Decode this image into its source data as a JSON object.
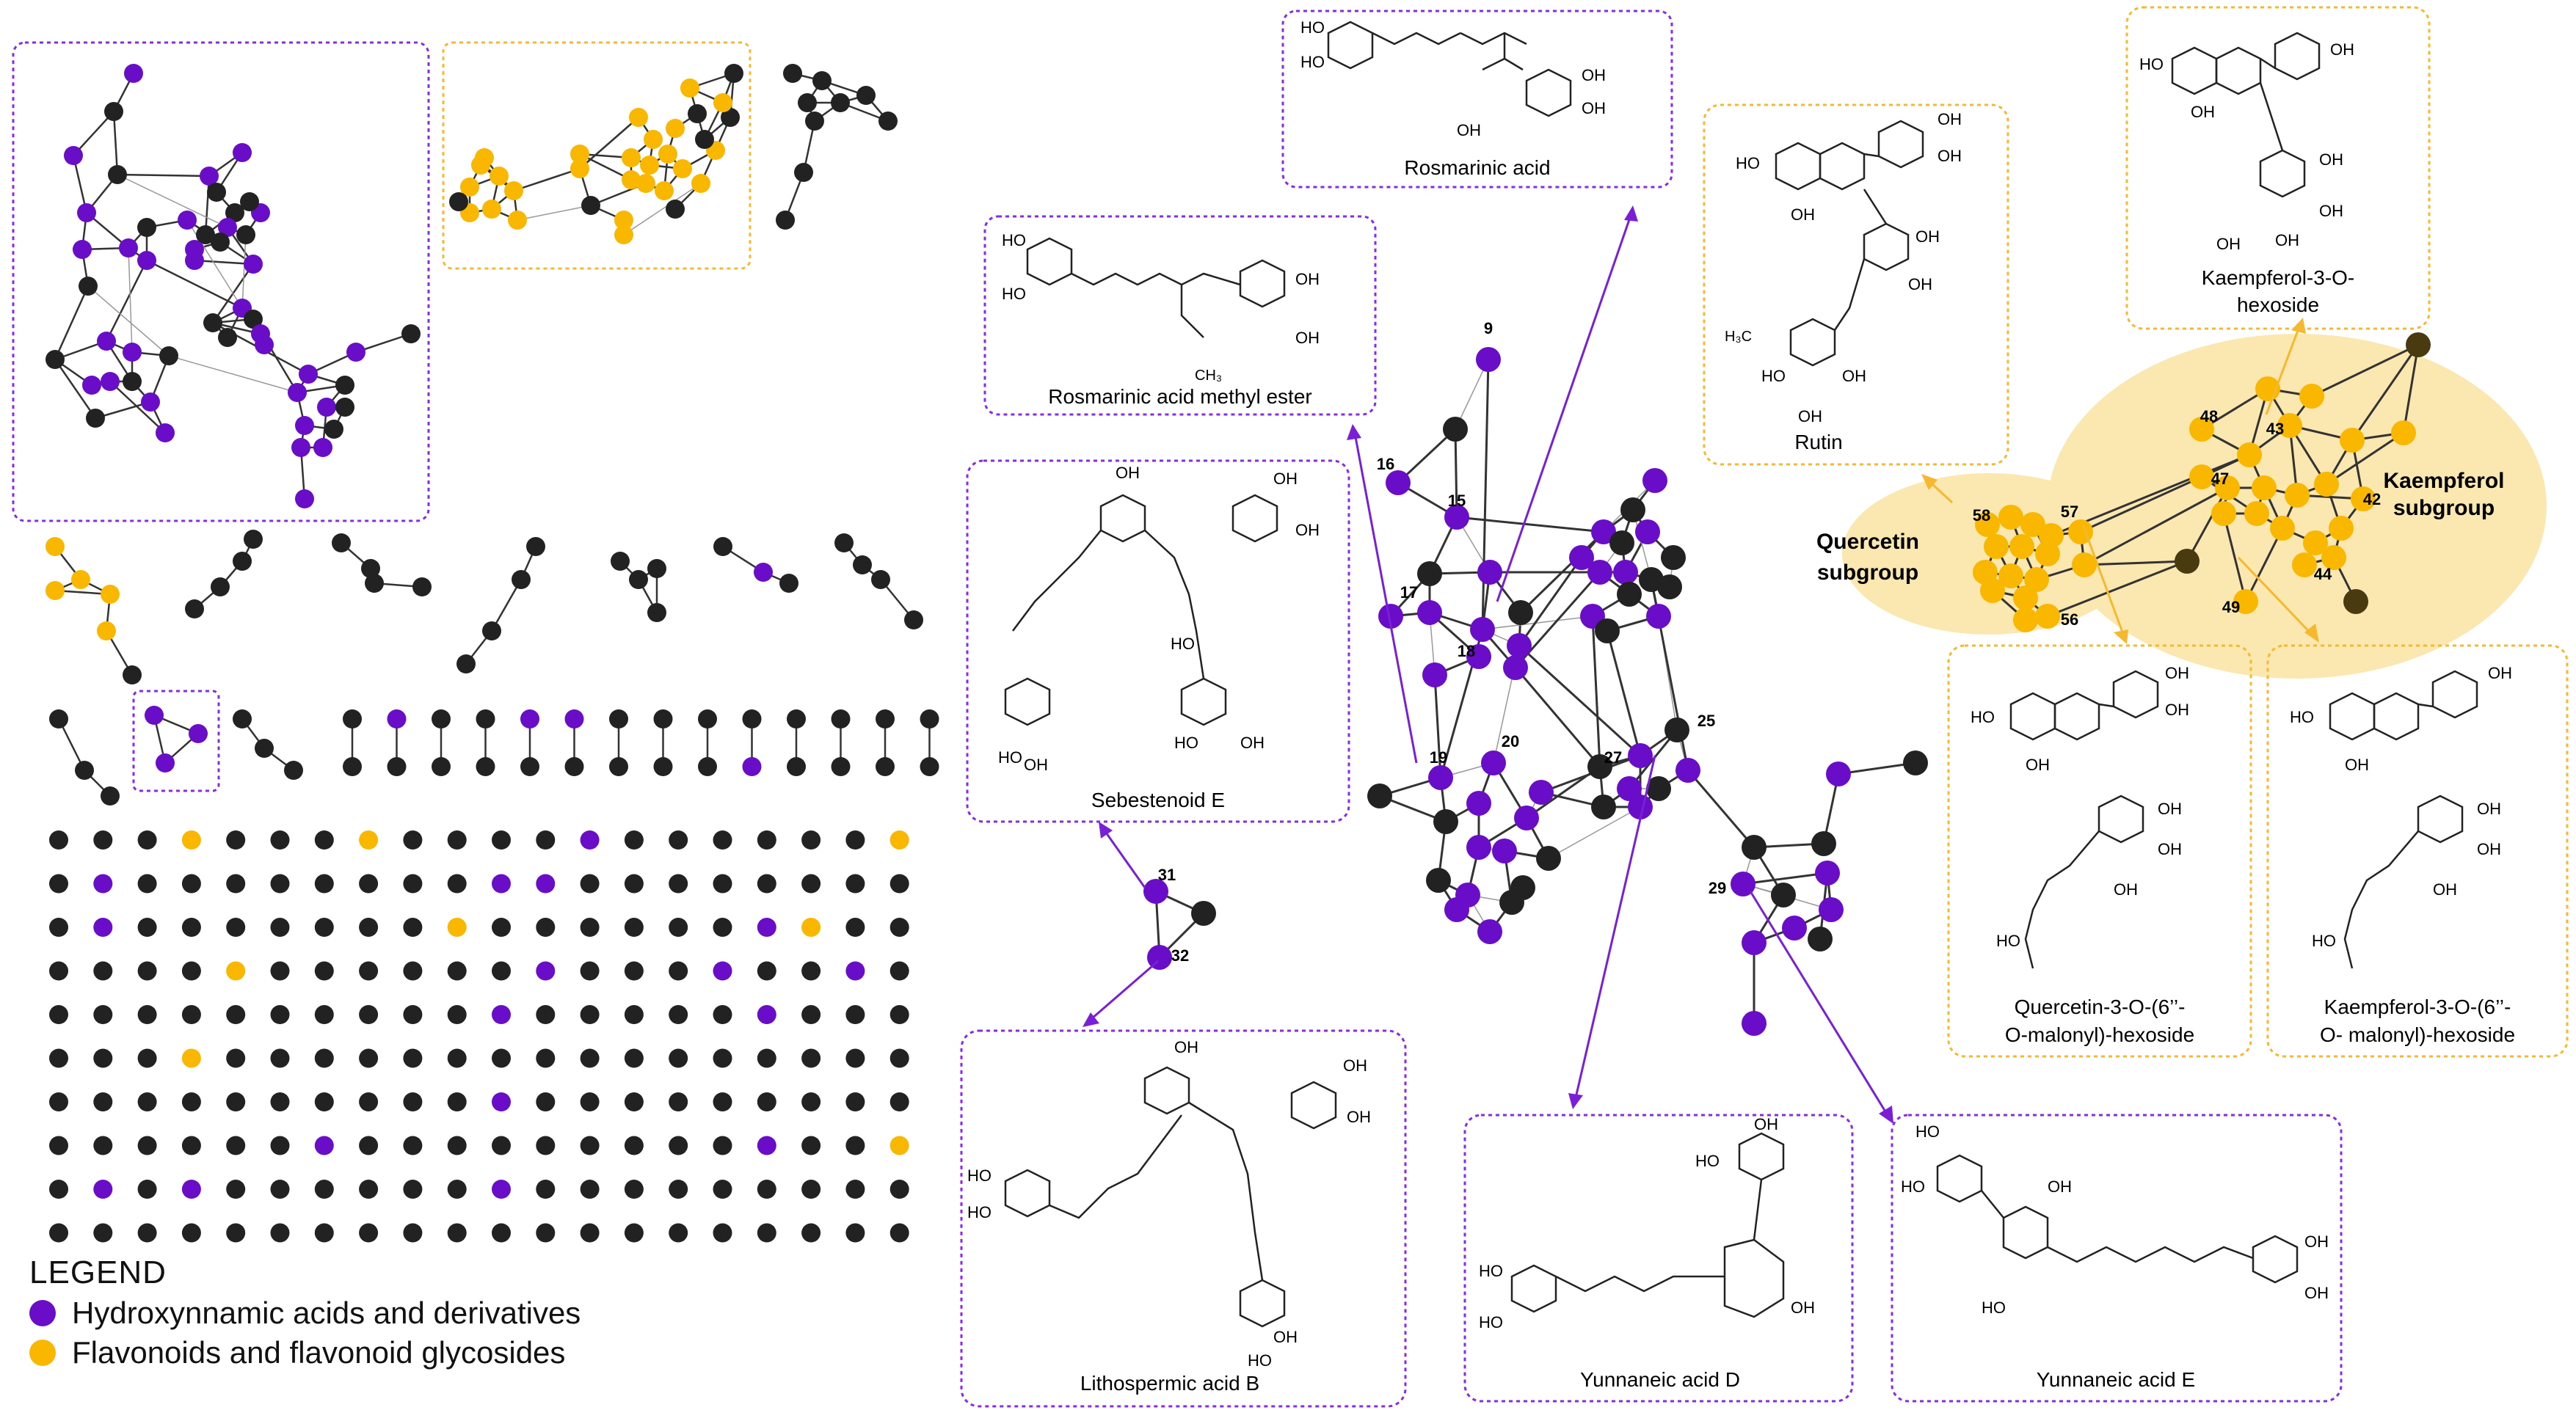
{
  "legend": {
    "title": "LEGEND",
    "items": [
      {
        "label": "Hydroxynnamic acids and derivatives",
        "color": "#6A0DC8"
      },
      {
        "label": "Flavonoids and flavonoid glycosides",
        "color": "#F9B700"
      }
    ]
  },
  "colors": {
    "hydroxycinnamic": "#6A0DC8",
    "flavonoid": "#F9B700",
    "other": "#222222",
    "kaempferol_core": "#4A3A10",
    "subgroup_fill": "#FBE7B0",
    "purple_box": "#8A2BE2",
    "orange_box": "#F5B82E"
  },
  "structures": {
    "rosmarinic_acid": "Rosmarinic acid",
    "rosmarinic_methyl": "Rosmarinic acid methyl ester",
    "sebestenoid_e": "Sebestenoid E",
    "lithospermic_b": "Lithospermic acid B",
    "yunnaneic_d": "Yunnaneic acid D",
    "yunnaneic_e": "Yunnaneic acid E",
    "rutin": "Rutin",
    "kaempferol_hexoside": "Kaempferol-3-O-hexoside",
    "quercetin_malonyl": "Quercetin-3-O-(6’’-O-malonyl)-hexoside",
    "kaempferol_malonyl": "Kaempferol-3-O-(6’’-O- malonyl)-hexoside"
  },
  "subgroups": {
    "quercetin": "Quercetin subgroup",
    "kaempferol": "Kaempferol subgroup"
  },
  "node_labels": [
    "9",
    "15",
    "16",
    "17",
    "18",
    "19",
    "20",
    "25",
    "27",
    "29",
    "31",
    "32",
    "42",
    "43",
    "44",
    "47",
    "48",
    "49",
    "56",
    "57",
    "58"
  ]
}
